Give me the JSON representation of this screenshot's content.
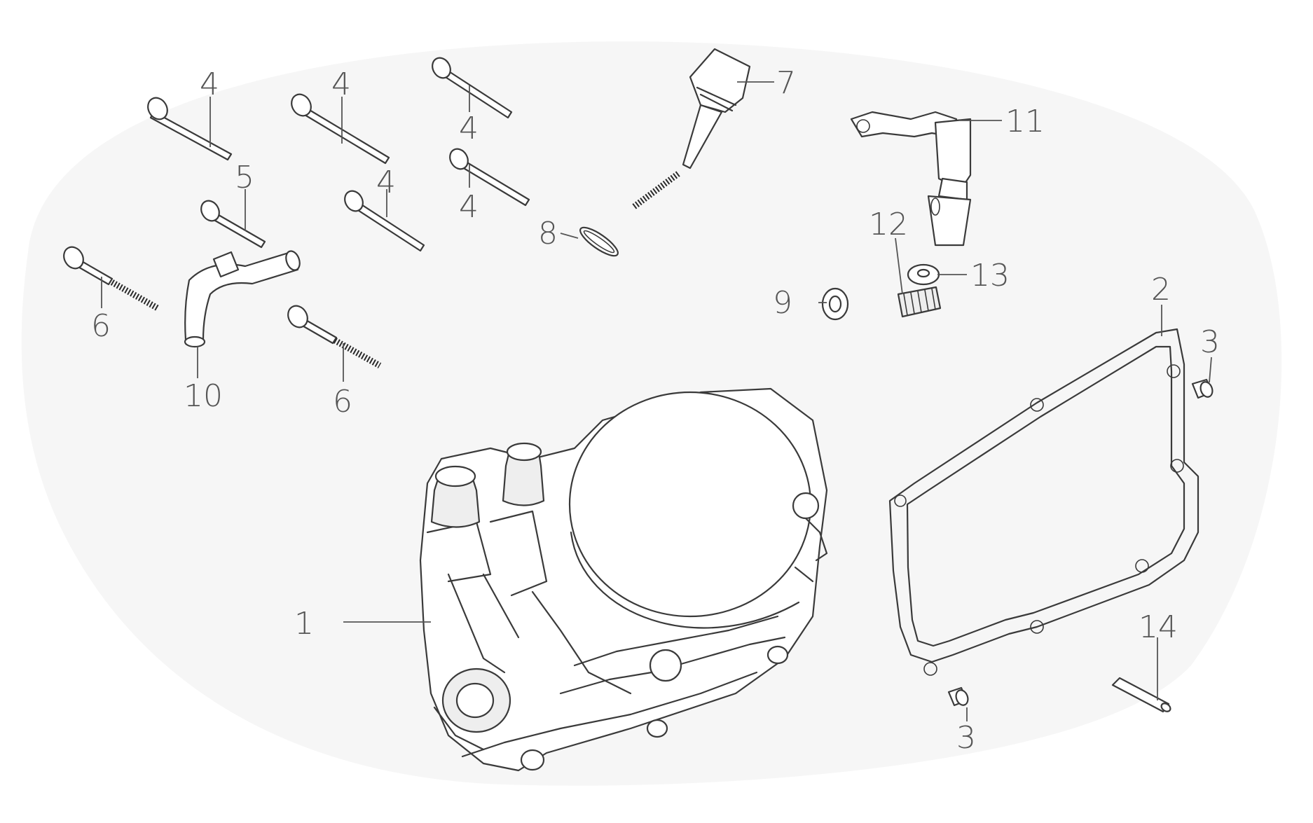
{
  "callouts": [
    {
      "id": "c1",
      "label": "1"
    },
    {
      "id": "c2",
      "label": "2"
    },
    {
      "id": "c3a",
      "label": "3"
    },
    {
      "id": "c3b",
      "label": "3"
    },
    {
      "id": "c4a",
      "label": "4"
    },
    {
      "id": "c4b",
      "label": "4"
    },
    {
      "id": "c4c",
      "label": "4"
    },
    {
      "id": "c4d",
      "label": "4"
    },
    {
      "id": "c4e",
      "label": "4"
    },
    {
      "id": "c5",
      "label": "5"
    },
    {
      "id": "c6a",
      "label": "6"
    },
    {
      "id": "c6b",
      "label": "6"
    },
    {
      "id": "c7",
      "label": "7"
    },
    {
      "id": "c8",
      "label": "8"
    },
    {
      "id": "c9",
      "label": "9"
    },
    {
      "id": "c10",
      "label": "10"
    },
    {
      "id": "c11",
      "label": "11"
    },
    {
      "id": "c12",
      "label": "12"
    },
    {
      "id": "c13",
      "label": "13"
    },
    {
      "id": "c14",
      "label": "14"
    }
  ]
}
